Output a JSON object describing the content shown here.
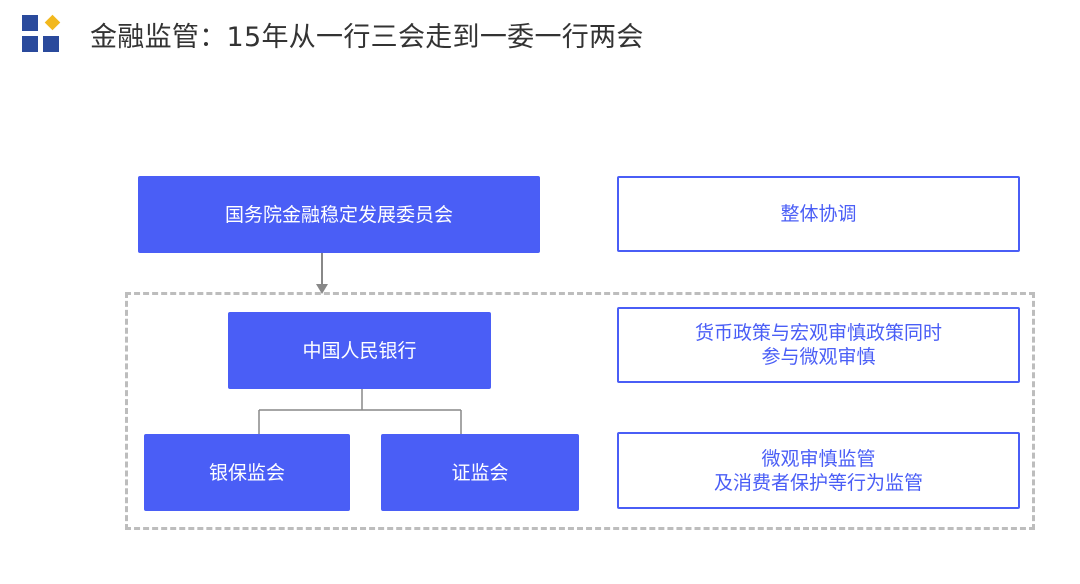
{
  "header": {
    "title": "金融监管：15年从一行三会走到一委一行两会"
  },
  "diagram": {
    "nodes": {
      "fsdc": "国务院金融稳定发展委员会",
      "pboc": "中国人民银行",
      "cbirc": "银保监会",
      "csrc": "证监会"
    },
    "roles": {
      "overall": "整体协调",
      "monetary_line1": "货币政策与宏观审慎政策同时",
      "monetary_line2": "参与微观审慎",
      "micro_line1": "微观审慎监管",
      "micro_line2": "及消费者保护等行为监管"
    }
  },
  "colors": {
    "primary": "#4a5ef6",
    "logo_blue": "#2a4a9c",
    "logo_yellow": "#f2b81d",
    "dashed_border": "#bdbdbd",
    "connector": "#888888"
  }
}
